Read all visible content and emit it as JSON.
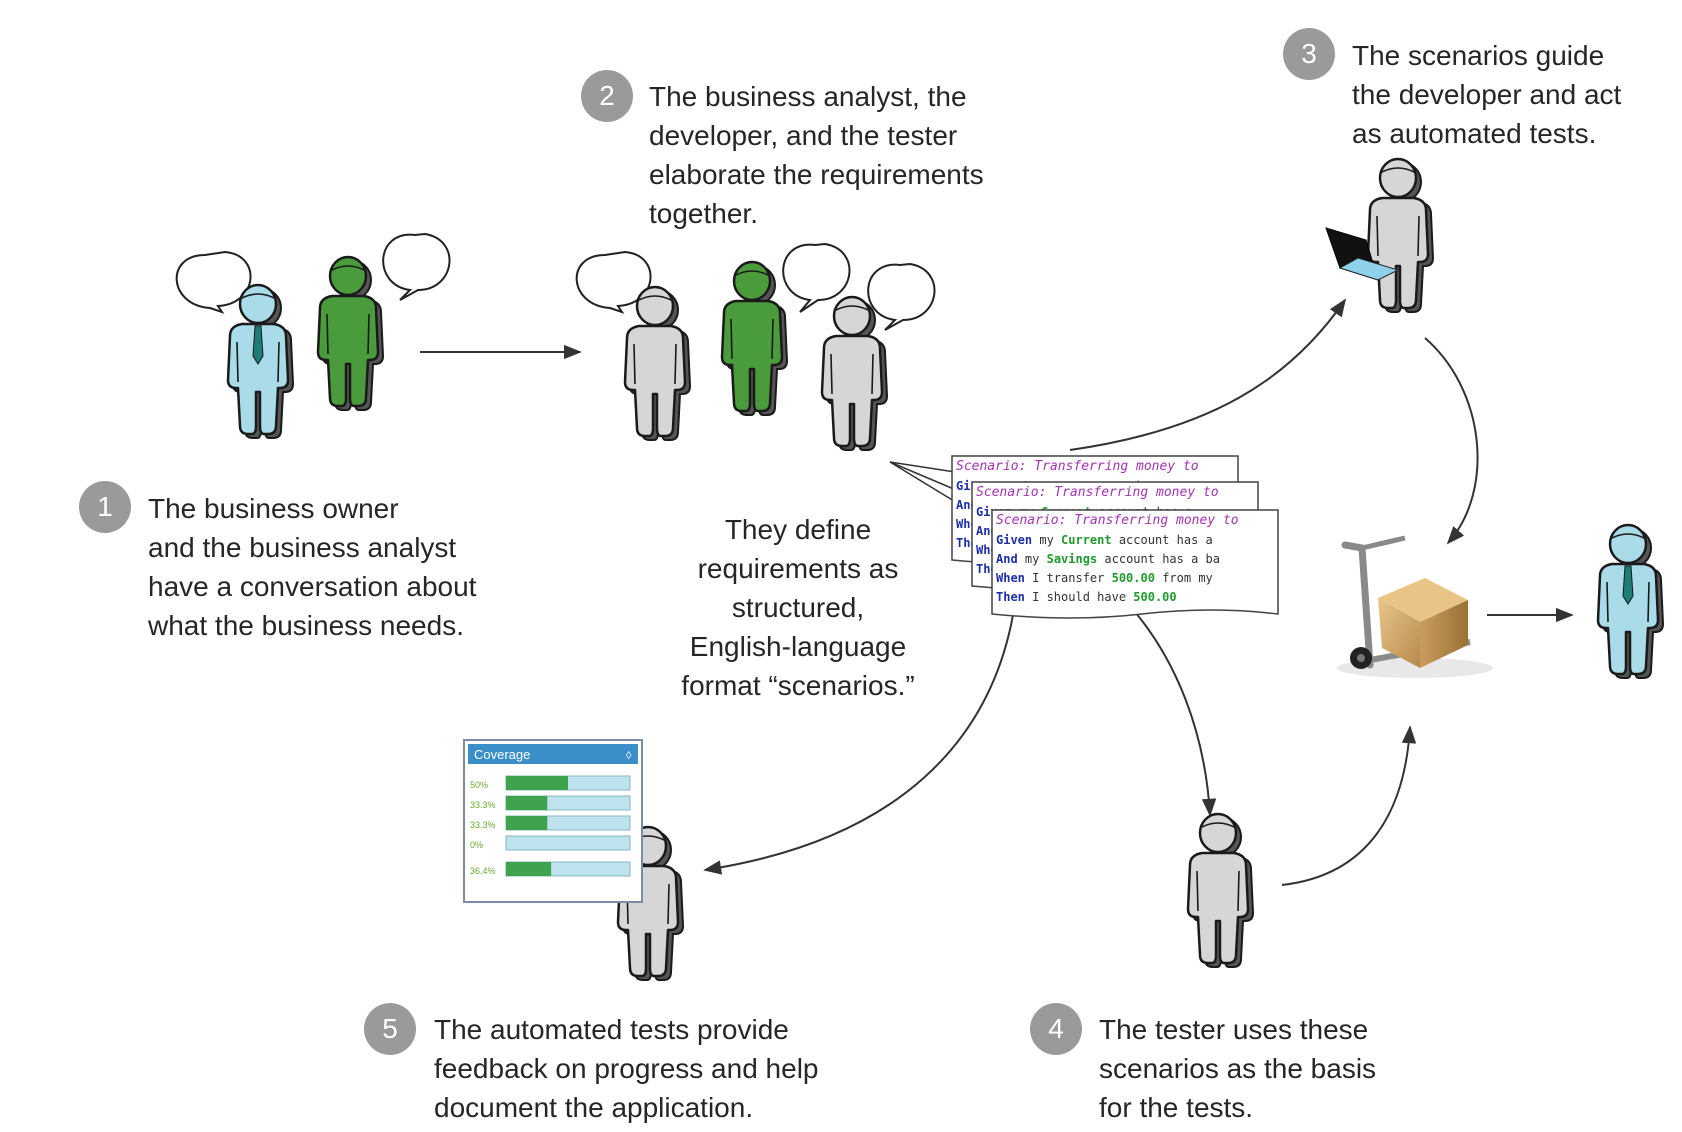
{
  "steps": [
    {
      "number": "1",
      "lines": [
        "The business owner",
        "and the business analyst",
        "have a conversation about",
        "what the business needs."
      ]
    },
    {
      "number": "2",
      "lines": [
        "The business analyst, the",
        "developer, and the tester",
        "elaborate the requirements",
        "together."
      ]
    },
    {
      "number": "3",
      "lines": [
        "The scenarios guide",
        "the developer and act",
        "as automated tests."
      ]
    },
    {
      "number": "4",
      "lines": [
        "The tester uses these",
        "scenarios as the basis",
        "for the tests."
      ]
    },
    {
      "number": "5",
      "lines": [
        "The automated tests provide",
        "feedback on progress and help",
        "document the application."
      ]
    }
  ],
  "scenarios_note": {
    "lines": [
      "They define",
      "requirements as",
      "structured,",
      "English-language",
      "format “scenarios.”"
    ]
  },
  "scenario_doc": {
    "title": "Scenario: Transferring money to",
    "lines": [
      {
        "keyword": "Given",
        "text": " my ",
        "highlight": "Current",
        "rest": " account has a"
      },
      {
        "keyword": "And",
        "text": " my ",
        "highlight": "Savings",
        "rest": " account has a ba"
      },
      {
        "keyword": "When",
        "text": " I transfer ",
        "highlight": "500.00",
        "rest": " from my"
      },
      {
        "keyword": "Then",
        "text": " I should have ",
        "highlight": "500.00",
        "rest": ""
      }
    ]
  },
  "coverage": {
    "title": "Coverage",
    "rows": [
      {
        "label": "50%",
        "value": 0.5
      },
      {
        "label": "33.3%",
        "value": 0.333
      },
      {
        "label": "33.3%",
        "value": 0.333
      },
      {
        "label": "0%",
        "value": 0
      },
      {
        "label": "36.4%",
        "value": 0.364
      }
    ]
  },
  "colors": {
    "owner": "#a9dbe9",
    "analyst": "#4a9b3c",
    "team": "#d6d6d6",
    "badge": "#9a9a9a",
    "coverage_header": "#3a8fc9",
    "coverage_bar": "#3fa34d",
    "coverage_track": "#bfe3ee",
    "scenario_title": "#a234b0",
    "scenario_keyword": "#1d2fa8",
    "scenario_highlight": "#1f9a2c"
  }
}
